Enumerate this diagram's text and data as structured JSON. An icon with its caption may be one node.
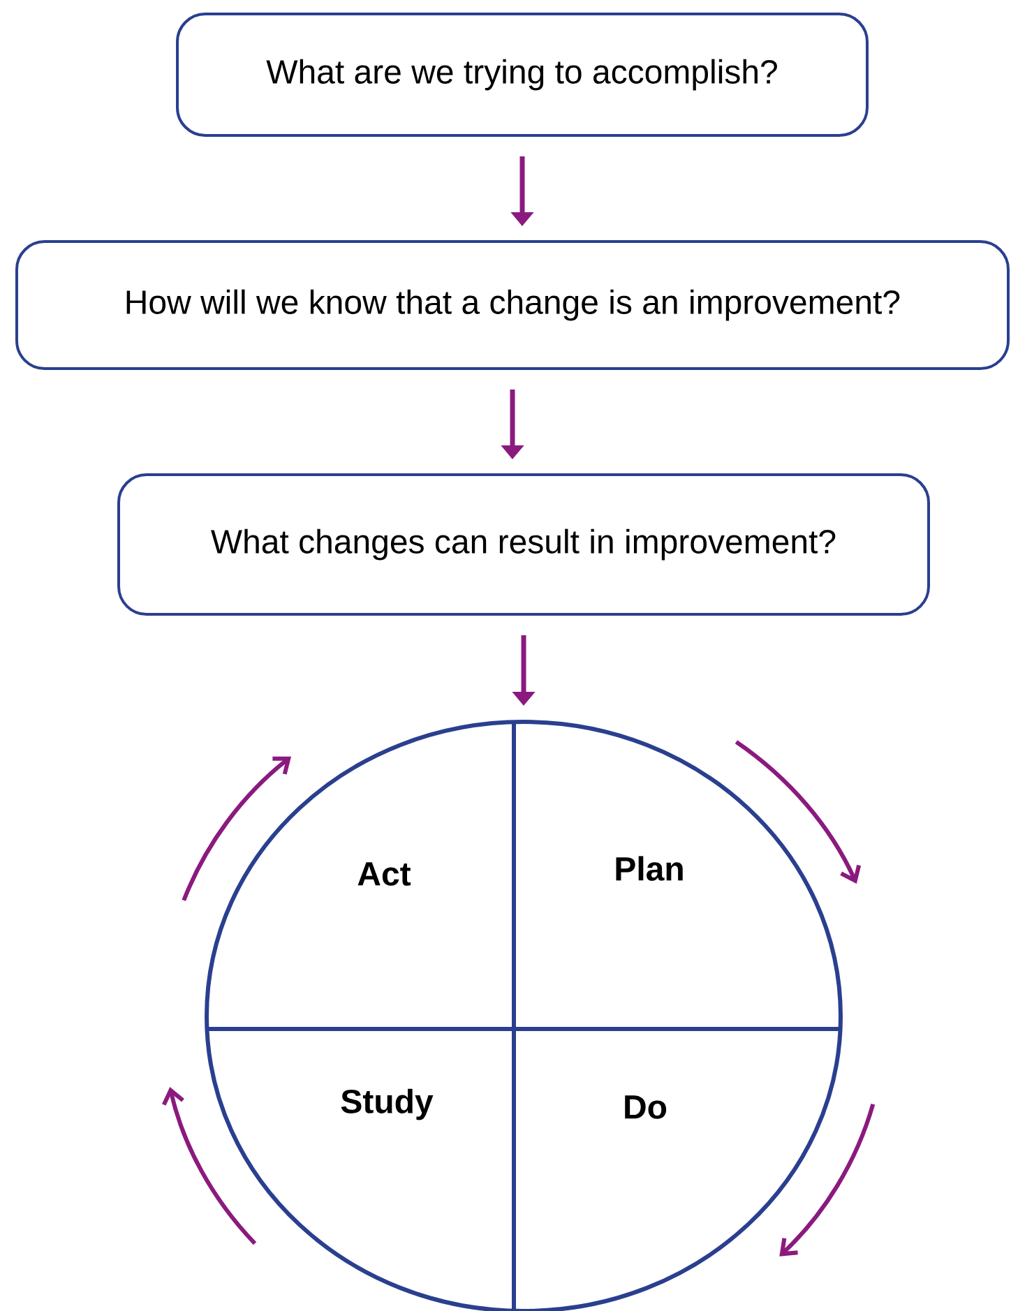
{
  "diagram": {
    "nodes": [
      {
        "text": [
          "What are we trying to accomplish?"
        ]
      },
      {
        "text": [
          "How will we know that a change is an improvement?"
        ]
      },
      {
        "text": [
          "What changes can result in improvement?"
        ]
      },
      {
        "text": [],
        "shape": "circle"
      },
      {
        "text": [
          "Act"
        ],
        "in": 3
      },
      {
        "text": [
          "Plan"
        ],
        "in": 3
      },
      {
        "text": [
          "Study"
        ],
        "in": 3
      },
      {
        "text": [
          "Do"
        ],
        "in": 3
      }
    ],
    "edges": [
      {
        "from": 0,
        "to": 1,
        "arrow": "to"
      },
      {
        "from": 1,
        "to": 2,
        "arrow": "to"
      },
      {
        "from": 2,
        "to": 3,
        "arrow": "to"
      }
    ]
  }
}
